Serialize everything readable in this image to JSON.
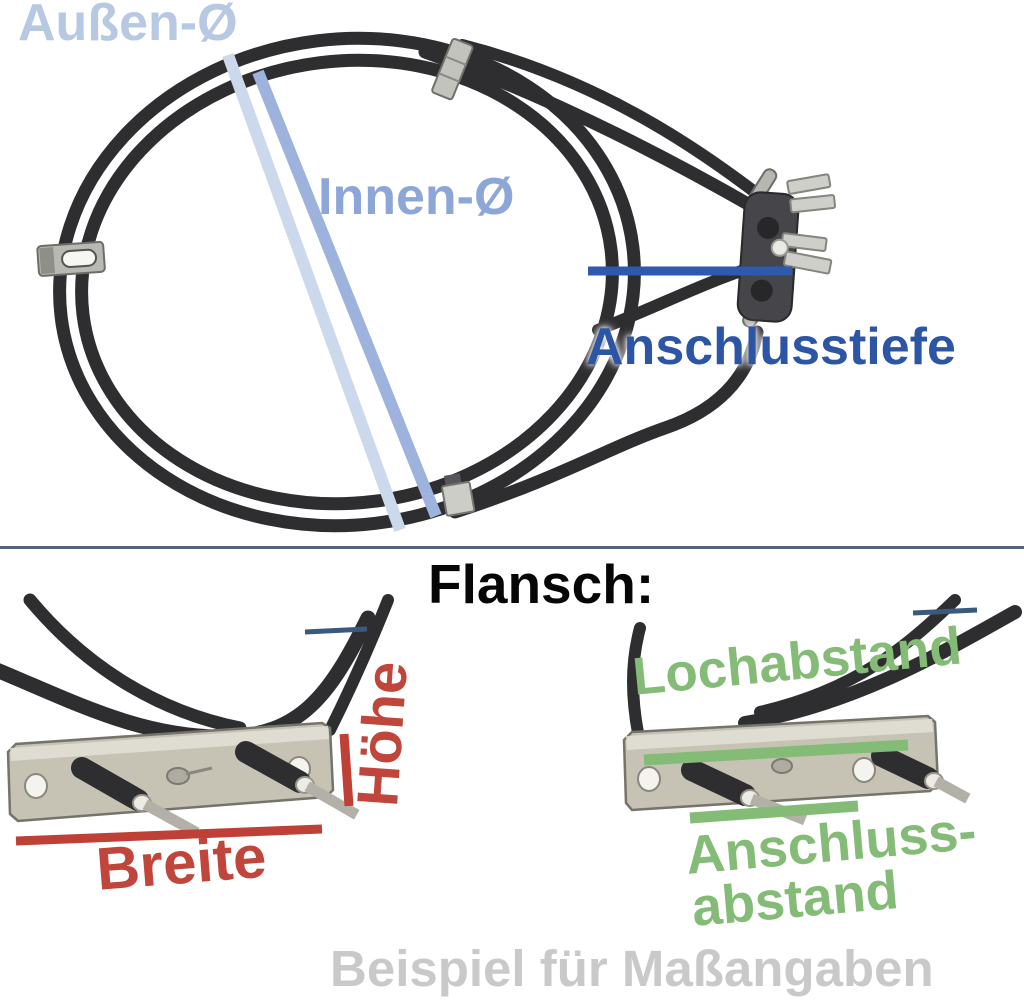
{
  "top_diagram": {
    "outer_diameter_label": "Außen-Ø",
    "inner_diameter_label": "Innen-Ø",
    "connection_depth_label": "Anschlusstiefe"
  },
  "flange_section": {
    "heading": "Flansch:",
    "width_label": "Breite",
    "height_label": "Höhe",
    "hole_distance_label": "Lochabstand",
    "connection_distance_label_line1": "Anschluss-",
    "connection_distance_label_line2": "abstand"
  },
  "footer": {
    "caption": "Beispiel für Maßangaben"
  },
  "colors": {
    "outer_diameter_label": "#b7c8e2",
    "inner_diameter_label": "#8ca6d8",
    "connection_depth": "#2d55a5",
    "measure_line_light": "#ccd8eb",
    "measure_line_medium": "#9db3de",
    "red_annotation": "#c0453a",
    "green_annotation": "#84bb76",
    "divider": "#55647e",
    "footer_gray": "#c9c9c9"
  }
}
